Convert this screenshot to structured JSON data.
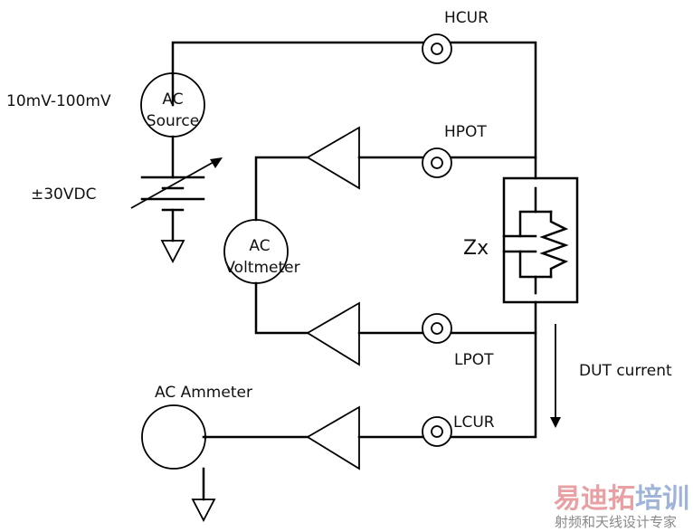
{
  "labels": {
    "source_range": "10mV-100mV",
    "source_line1": "AC",
    "source_line2": "Source",
    "dc_bias": "±30VDC",
    "voltmeter_line1": "AC",
    "voltmeter_line2": "Voltmeter",
    "ammeter": "AC Ammeter",
    "hcur": "HCUR",
    "hpot": "HPOT",
    "lpot": "LPOT",
    "lcur": "LCUR",
    "dut": "Zx",
    "dut_current": "DUT current"
  },
  "watermark": {
    "brand_red": "易迪拓",
    "brand_blue": "培训",
    "tagline": "射频和天线设计专家",
    "red_color": "#e8a0a4",
    "blue_color": "#9fb4d6"
  }
}
